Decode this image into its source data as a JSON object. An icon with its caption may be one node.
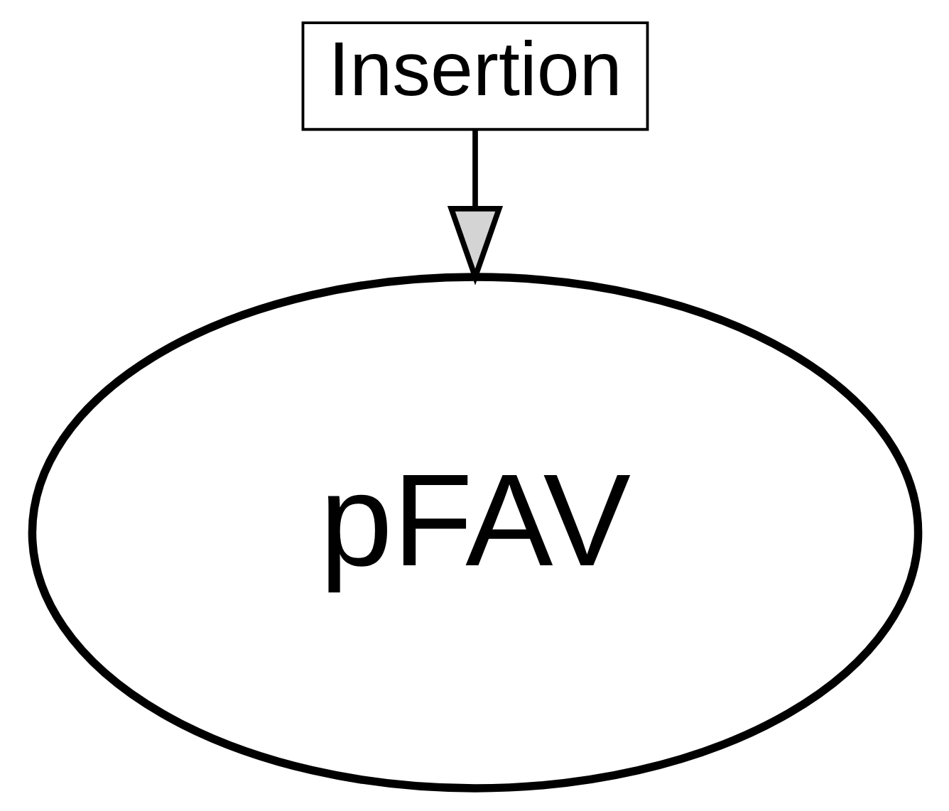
{
  "diagram": {
    "nodes": [
      {
        "text": [
          "Insertion"
        ]
      },
      {
        "text": [
          "pFAV"
        ]
      }
    ],
    "edges": [
      {
        "from": 0,
        "to": 1,
        "arrow": "to"
      }
    ]
  }
}
